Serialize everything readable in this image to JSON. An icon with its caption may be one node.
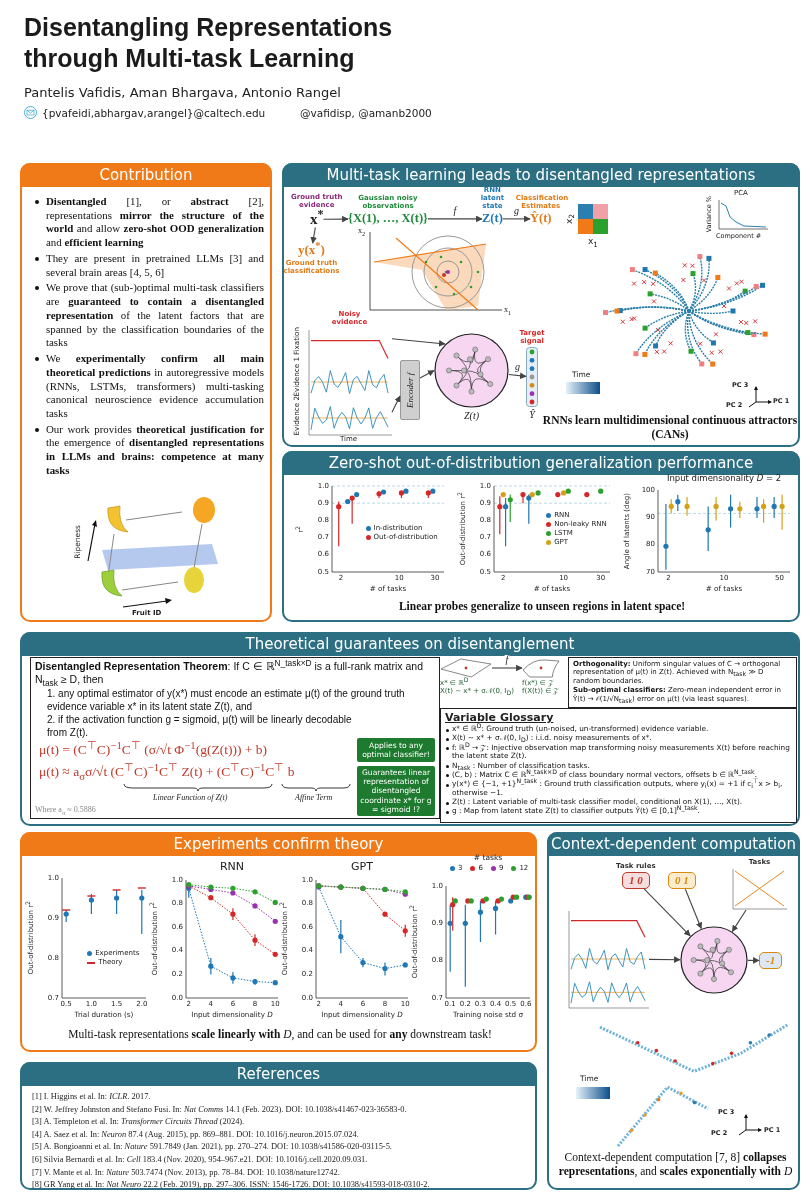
{
  "diagram": {
    "title": "Disentangling Representations through Multi-task Learning",
    "nodes": [
      {
        "text": [
          "Contribution",
          "**Disentangled** [1], or **abstract** [2], representations **mirror the structure of the world** and allow **zero-shot OOD generalization** and **efficient learning**",
          "They are present in pretrained LLMs [3] and several brain areas [4, 5, 6]",
          "We prove that (sub-)optimal multi-task classifiers are **guaranteed to contain a disentangled representation** of the latent factors that are spanned by the classification boundaries of the tasks",
          "We **experimentally confirm all main theoretical predictions** in autoregressive models (RNNs, LSTMs, transformers) multi-tasking canonical neuroscience evidence accumulation tasks",
          "Our work provides **theoretical justification for** the emergence of **disentangled representations in LLMs and brains: competence at many tasks**"
        ]
      },
      {
        "text": [
          "Multi-task learning leads to disentangled representations",
          "RNNs learn multidimensional continuous attractors (CANs)"
        ]
      },
      {
        "text": [
          "x$^{*}$"
        ],
        "in": 1,
        "beside": [
          "Ground truth evidence"
        ]
      },
      {
        "text": [
          "{X(1), …, X(t)}"
        ],
        "in": 1,
        "beside": [
          "Gaussian noisy observations"
        ]
      },
      {
        "text": [
          "Z(t)"
        ],
        "in": 1,
        "beside": [
          "RNN latent state"
        ]
      },
      {
        "text": [
          "Ŷ(t)"
        ],
        "in": 1,
        "beside": [
          "Classification Estimates"
        ]
      },
      {
        "text": [
          "y(x$^{*}$)"
        ],
        "in": 1,
        "beside": [
          "Ground truth classifications"
        ]
      },
      {
        "text": [],
        "shape": "picture",
        "in": 1,
        "beside": [
          "Noisy evidence"
        ]
      },
      {
        "text": [
          "Encoder f"
        ],
        "in": 1
      },
      {
        "text": [],
        "shape": "circle",
        "in": 1,
        "beside": [
          "Z(t)"
        ]
      },
      {
        "text": [],
        "shape": "bar",
        "in": 1,
        "beside": [
          "Target signal",
          "Ŷ"
        ]
      },
      {
        "text": [
          "Zero-shot out-of-distribution generalization performance",
          "Linear probes generalize to unseen regions in latent space!"
        ]
      },
      {
        "text": [
          "Theoretical guarantees on disentanglement"
        ]
      },
      {
        "text": [
          "**Disentangled Representation Theorem**: If C ∈ ℝ$^{N_task×D}$ is a full-rank matrix and N$_{task}$ ≥ D, then",
          "1. any optimal estimator of y(x*) must encode an estimate μ(t) of the ground truth evidence variable x* in its latent state Z(t), and",
          "2. if the activation function g = sigmoid, μ(t) will be linearly decodable from Z(t).",
          "μ(t) = (C$^{⊤}$C)$^{−1}$C$^{⊤}$ (σ/√t Φ$^{−1}$(g(Z(t))) + b)",
          "μ(t) ≈ a$_{σ}$σ/√t (C$^{⊤}$C)$^{−1}$C$^{⊤}$ Z(t) + (C$^{⊤}$C)$^{−1}$C$^{⊤}$ b",
          "Linear Function of Z(t)",
          "Affine Term",
          "Where a$_{σ}$ ≈ 0.5886"
        ],
        "in": 12
      },
      {
        "text": [
          "Applies to any optimal classifier!"
        ],
        "in": 13
      },
      {
        "text": [
          "Guarantees linear representation of disentangled coordinate x* for g = sigmoid !?"
        ],
        "in": 13
      },
      {
        "text": [
          "**Orthogonality:** Uniform singular values of C → orthogonal representation of μ(t) in Z(t). Achieved with N$_{task}$ ≫ D random boundaries.",
          "**Sub-optimal classifiers:** Zero-mean independent error in Ŷ(t) → 𝒪(1/√N$_{task}$) error on μ(t) (via least squares)."
        ],
        "in": 12
      },
      {
        "text": [
          "Variable Glossary",
          "x* ∈ ℝ$^{D}$: Ground truth (un-noised, un-transformed) evidence variable.",
          "X(t) ∼ x* + σ𝒩(0, I$_{D}$) : i.i.d. noisy measurements of x*.",
          "f: ℝ$^{D}$ → 𝒵: Injective observation map transforming noisy measurements X(t) before reaching the latent state Z(t).",
          "N$_{task}$ : Number of classification tasks.",
          "(C, b) : Matrix C ∈ ℝ$^{N_task×D}$ of class boundary normal vectors, offsets b ∈ ℝ$^{N_task}$.",
          "y(x*) ∈ {−1, +1}$^{N_task}$ : Ground truth classification outputs, where y$_{i}$(x) = +1 if c$_{i}$$^{⊤}$x > b$_{i}$, otherwise −1.",
          "Z(t) : Latent variable of multi-task classifier model, conditional on X(1), …, X(t).",
          "g : Map from latent state Z(t) to classifier outputs Ŷ(t) ∈ [0,1]$^{N_task}$."
        ],
        "in": 12
      },
      {
        "text": [
          "Experiments confirm theory",
          "Multi-task representations **scale linearly with** *D*, and can be used for **any** downstream task!"
        ]
      },
      {
        "text": [
          "Context-dependent computation",
          "Context-dependent computation [7, 8] **collapses representations**, and **scales exponentially with** *D*"
        ]
      },
      {
        "text": [
          "1 0"
        ],
        "in": 19,
        "beside": [
          "Task rules"
        ]
      },
      {
        "text": [
          "0 1"
        ],
        "in": 19
      },
      {
        "text": [],
        "shape": "picture",
        "in": 19,
        "beside": [
          "Tasks"
        ]
      },
      {
        "text": [],
        "shape": "picture",
        "in": 19
      },
      {
        "text": [],
        "shape": "circle",
        "in": 19
      },
      {
        "text": [
          "-1"
        ],
        "in": 19
      },
      {
        "text": [
          "References",
          "[1] I. Higgins et al. In: *ICLR*. 2017.",
          "[2] W. Jeffrey Johnston and Stefano Fusi. In: *Nat Comms* 14.1 (Feb. 2023). DOI: 10.1038/s41467-023-36583-0.",
          "[3] A. Templeton et al. In: *Transformer Circuits Thread* (2024).",
          "[4] A. Saez et al. In: *Neuron* 87.4 (Aug. 2015), pp. 869–881. DOI: 10.1016/j.neuron.2015.07.024.",
          "[5] A. Bongioanni et al. In: *Nature* 591.7849 (Jan. 2021), pp. 270–274. DOI: 10.1038/s41586-020-03115-5.",
          "[6] Silvia Bernardi et al. In: *Cell* 183.4 (Nov. 2020), 954–967.e21. DOI: 10.1016/j.cell.2020.09.031.",
          "[7] V. Mante et al. In: *Nature* 503.7474 (Nov. 2013), pp. 78–84. DOI: 10.1038/nature12742.",
          "[8] GR Yang et al. In: *Nat Neuro* 22.2 (Feb. 2019), pp. 297–306. ISSN: 1546-1726. DOI: 10.1038/s41593-018-0310-2."
        ]
      },
      {
        "text": [],
        "shape": "box",
        "in": 12,
        "beside": [
          "x* ∈ ℝ$^{D}$",
          "X(t) ∼ x* + σ𝒩(0, I$_{D}$)"
        ]
      },
      {
        "text": [],
        "shape": "box",
        "in": 12,
        "beside": [
          "f(x*) ∈ 𝒵",
          "f(X(t)) ∈ 𝒵"
        ]
      }
    ],
    "edges": [
      {
        "from": 2,
        "to": 3,
        "arrow": "to"
      },
      {
        "from": 3,
        "to": 4,
        "arrow": "to",
        "label": "f"
      },
      {
        "from": 4,
        "to": 5,
        "arrow": "to",
        "label": "g"
      },
      {
        "from": 2,
        "to": 6,
        "arrow": "to"
      },
      {
        "from": 7,
        "to": 8,
        "arrow": "to"
      },
      {
        "from": 8,
        "to": 9,
        "arrow": "to"
      },
      {
        "from": 9,
        "to": 10,
        "arrow": "to",
        "label": "g"
      },
      {
        "from": 7,
        "to": 9,
        "arrow": "to"
      },
      {
        "from": 20,
        "to": 24,
        "arrow": "to"
      },
      {
        "from": 21,
        "to": 24,
        "arrow": "to"
      },
      {
        "from": 22,
        "to": 24,
        "arrow": "to"
      },
      {
        "from": 23,
        "to": 24,
        "arrow": "to"
      },
      {
        "from": 24,
        "to": 25,
        "arrow": "to"
      },
      {
        "from": 27,
        "to": 28,
        "arrow": "to",
        "label": "f"
      }
    ],
    "labels": [
      "Pantelis Vafidis, Aman Bhargava, Antonio Rangel",
      "{pvafeidi,abhargav,arangel}@caltech.edu",
      "@vafidisp, @amanb2000",
      "Ripeness",
      "Fruit ID",
      "x$_{2}$",
      "x$_{1}$",
      "x$_{2}$",
      "x$_{1}$",
      "PCA",
      "Variance %",
      "Component #",
      "Fixation",
      "Evidence 1",
      "Evidence 2",
      "Time",
      "Time",
      "PC 3",
      "PC 2",
      "PC 1",
      "r$^{2}$",
      "1.0",
      "0.9",
      "0.8",
      "0.7",
      "0.6",
      "0.5",
      "2",
      "10",
      "30",
      "# of tasks",
      "Out-of-distribution r$^{2}$",
      "1.0",
      "0.9",
      "0.8",
      "0.7",
      "0.6",
      "0.5",
      "2",
      "10",
      "30",
      "# of tasks",
      "Input dimensionality *D* = 2",
      "Angle of latents (deg)",
      "100",
      "90",
      "80",
      "70",
      "2",
      "10",
      "50",
      "# of tasks",
      "Out-of-distribution r$^{2}$",
      "1.0",
      "0.9",
      "0.8",
      "0.7",
      "0.5",
      "1.0",
      "1.5",
      "2.0",
      "Trial duration (s)",
      "RNN",
      "Out-of-distribution r$^{2}$",
      "1.0",
      "0.8",
      "0.6",
      "0.4",
      "0.2",
      "0.0",
      "2",
      "4",
      "6",
      "8",
      "10",
      "Input dimensionality *D*",
      "GPT",
      "Out-of-distribution r$^{2}$",
      "1.0",
      "0.8",
      "0.6",
      "0.4",
      "0.2",
      "0.0",
      "2",
      "4",
      "6",
      "8",
      "10",
      "Input dimensionality *D*",
      "# tasks",
      "Out-of-distribution r$^{2}$",
      "1.0",
      "0.9",
      "0.8",
      "0.7",
      "0.1",
      "0.2",
      "0.3",
      "0.4",
      "0.5",
      "0.6",
      "Training noise std σ",
      "Time",
      "PC 3",
      "PC 2",
      "PC 1"
    ],
    "legend": [
      {
        "text": "In-distribution",
        "color": "#1f77b4"
      },
      {
        "text": "Out-of-distribution",
        "color": "#d62728"
      },
      {
        "text": "RNN",
        "color": "#1f77b4"
      },
      {
        "text": "Non-leaky RNN",
        "color": "#d62728"
      },
      {
        "text": "LSTM",
        "color": "#2ca02c"
      },
      {
        "text": "GPT",
        "color": "#d4a017"
      },
      {
        "text": "Experiments",
        "color": "#1f77b4"
      },
      {
        "text": "Theory"
      },
      {
        "text": "3",
        "color": "#1f77b4"
      },
      {
        "text": "6",
        "color": "#d62728"
      },
      {
        "text": "9",
        "color": "#9b30b0"
      },
      {
        "text": "12",
        "color": "#2ca02c"
      }
    ]
  }
}
